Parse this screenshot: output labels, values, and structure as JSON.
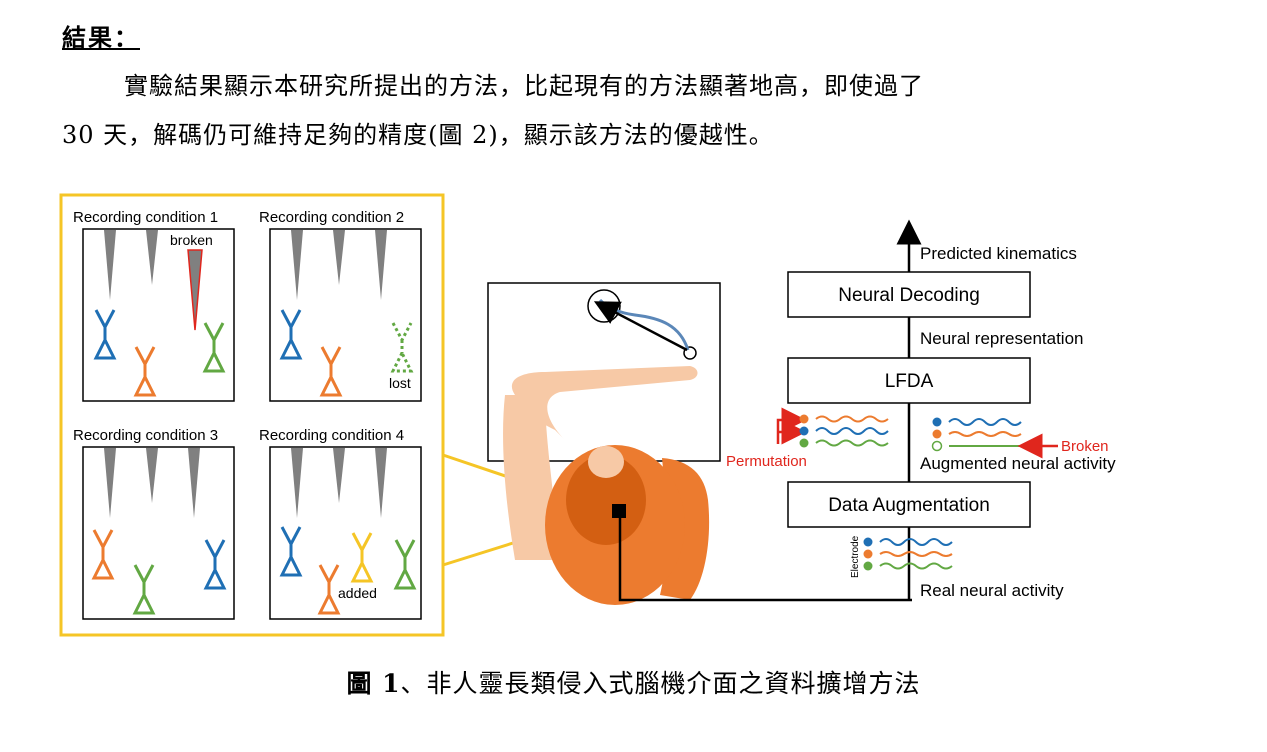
{
  "heading": "結果：",
  "paragraph": {
    "line1": "實驗結果顯示本研究所提出的方法，比起現有的方法顯著地高，即使過了",
    "line2": "30 天，解碼仍可維持足夠的精度(圖 2)，顯示該方法的優越性。"
  },
  "figure": {
    "conditions": [
      {
        "title": "Recording condition 1",
        "note": "broken"
      },
      {
        "title": "Recording condition 2",
        "note": "lost"
      },
      {
        "title": "Recording condition 3",
        "note": ""
      },
      {
        "title": "Recording condition 4",
        "note": "added"
      }
    ],
    "pipeline": {
      "predicted": "Predicted kinematics",
      "decoding": "Neural Decoding",
      "representation": "Neural representation",
      "lfda": "LFDA",
      "augmented": "Augmented neural activity",
      "augmentation": "Data Augmentation",
      "real": "Real neural activity",
      "permutation": "Permutation",
      "broken": "Broken",
      "electrode": "Electrode"
    },
    "colors": {
      "blue": "#1f6fb4",
      "orange": "#ec7b2f",
      "green": "#62a843",
      "gold": "#f5c526",
      "red": "#e0261d",
      "gray": "#808080"
    }
  },
  "caption": {
    "number": "圖 1",
    "text": "、非人靈長類侵入式腦機介面之資料擴增方法"
  }
}
